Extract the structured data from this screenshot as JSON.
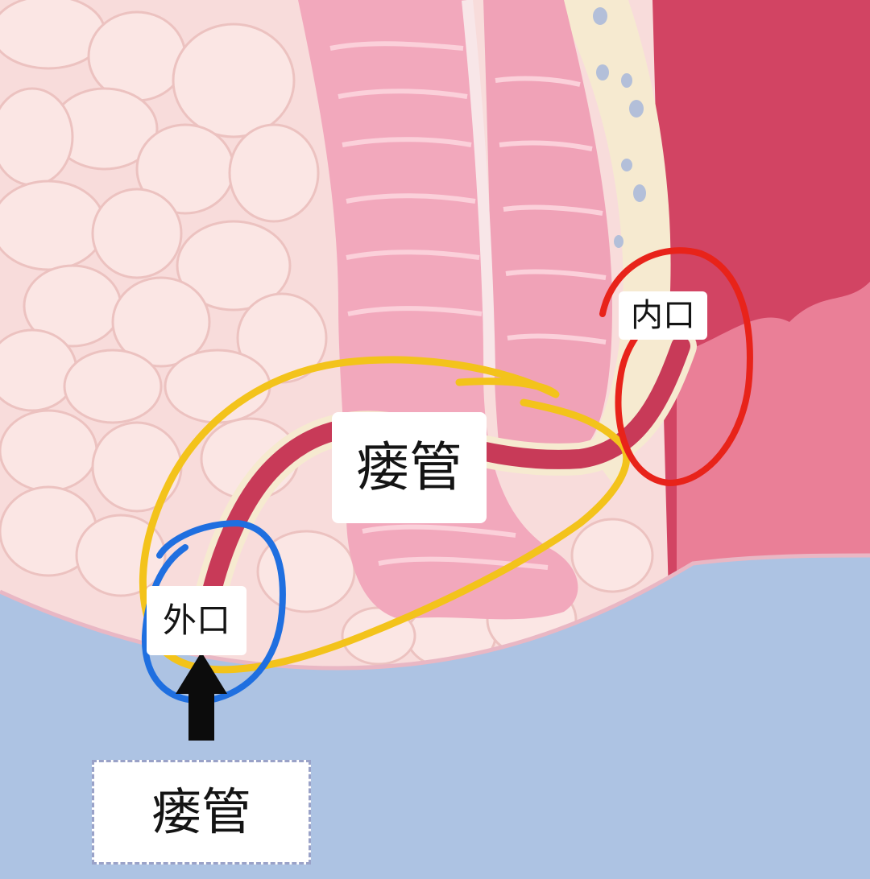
{
  "labels": {
    "internal_opening": "内口",
    "fistula_tract": "瘘管",
    "external_opening": "外口",
    "caption": "瘘管"
  },
  "colors": {
    "background": "#adc3e3",
    "fat_tissue": "#f8dcdb",
    "rectum_wall": "#f2a8bc",
    "muscle": "#d24463",
    "fistula": "#c83a58",
    "yellow_marker": "#f3c31b",
    "red_marker": "#e8231a",
    "blue_marker": "#1f6fe0",
    "arrow": "#0c0c0c"
  }
}
